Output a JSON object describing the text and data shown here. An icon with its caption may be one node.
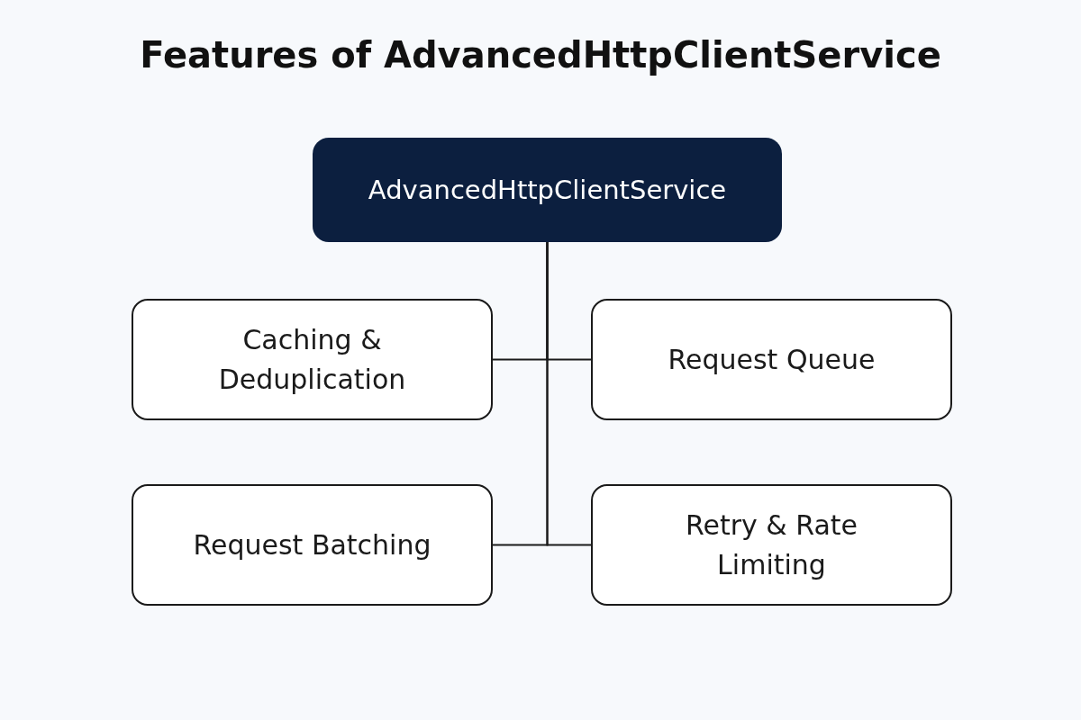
{
  "diagram": {
    "title": "Features of AdvancedHttpClientService",
    "nodes": [
      {
        "text": [
          "AdvancedHttpClientService"
        ]
      },
      {
        "text": [
          "Caching & Deduplication"
        ]
      },
      {
        "text": [
          "Request Queue"
        ]
      },
      {
        "text": [
          "Request Batching"
        ]
      },
      {
        "text": [
          "Retry & Rate Limiting"
        ]
      }
    ],
    "edges": [
      {
        "from": 0,
        "to": 1,
        "arrow": "none"
      },
      {
        "from": 0,
        "to": 2,
        "arrow": "none"
      },
      {
        "from": 0,
        "to": 3,
        "arrow": "none"
      },
      {
        "from": 0,
        "to": 4,
        "arrow": "none"
      }
    ]
  }
}
